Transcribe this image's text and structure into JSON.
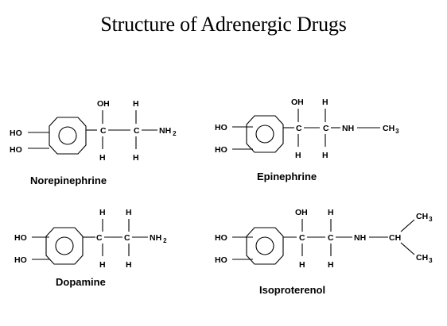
{
  "title": "Structure of Adrenergic Drugs",
  "labels": {
    "oh": "OH",
    "h": "H",
    "c": "C",
    "ho": "HO",
    "nh2": "NH",
    "nh": "NH",
    "ch3": "CH",
    "ch": "CH",
    "sub2": "2",
    "sub3": "3"
  },
  "molecules": [
    {
      "name": "Norepinephrine"
    },
    {
      "name": "Epinephrine"
    },
    {
      "name": "Dopamine"
    },
    {
      "name": "Isoproterenol"
    }
  ]
}
